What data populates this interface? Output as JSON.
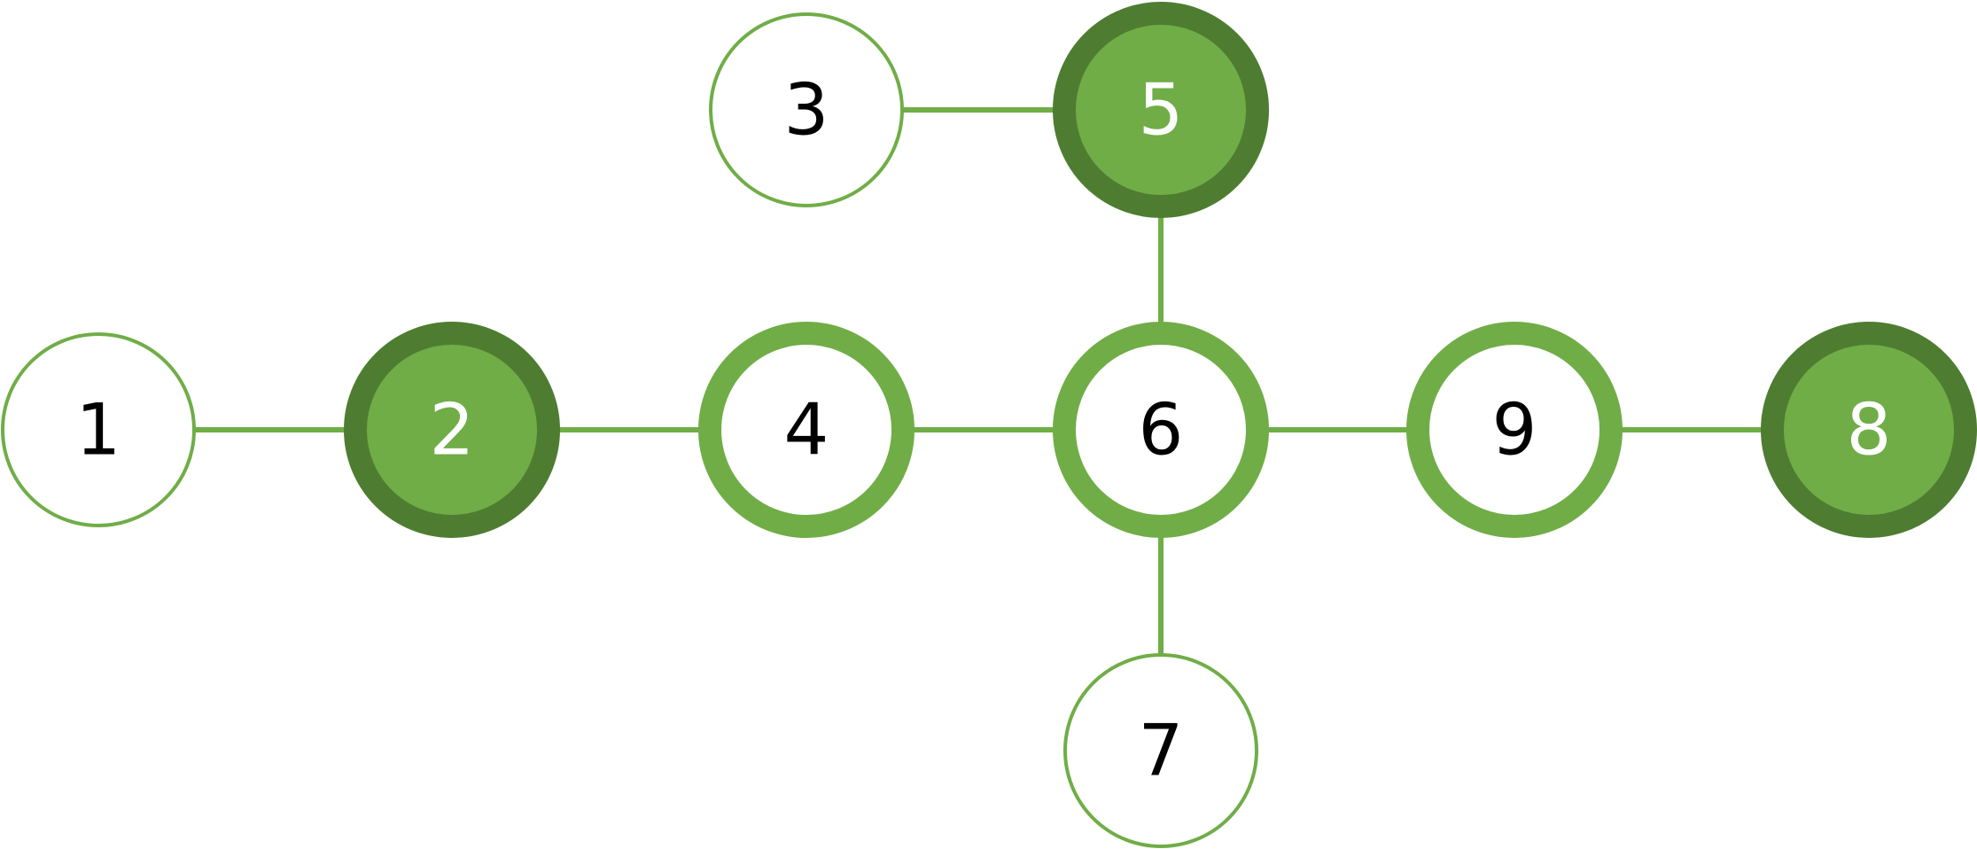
{
  "colors": {
    "edge": "#70AD47",
    "ring_light": "#70AD47",
    "ring_dark": "#4E7D31",
    "fill_green": "#70AD47",
    "fill_white": "#FFFFFF",
    "text_dark": "#000000",
    "text_light": "#FFFFFF"
  },
  "nodes": [
    {
      "id": "1",
      "label": "1",
      "style": "thin"
    },
    {
      "id": "2",
      "label": "2",
      "style": "filled"
    },
    {
      "id": "3",
      "label": "3",
      "style": "thin"
    },
    {
      "id": "4",
      "label": "4",
      "style": "thick"
    },
    {
      "id": "5",
      "label": "5",
      "style": "filled"
    },
    {
      "id": "6",
      "label": "6",
      "style": "thick"
    },
    {
      "id": "7",
      "label": "7",
      "style": "thin"
    },
    {
      "id": "8",
      "label": "8",
      "style": "filled"
    },
    {
      "id": "9",
      "label": "9",
      "style": "thick"
    }
  ],
  "edges": [
    {
      "from": "1",
      "to": "2"
    },
    {
      "from": "2",
      "to": "4"
    },
    {
      "from": "4",
      "to": "6"
    },
    {
      "from": "6",
      "to": "9"
    },
    {
      "from": "9",
      "to": "8"
    },
    {
      "from": "3",
      "to": "5"
    },
    {
      "from": "5",
      "to": "6"
    },
    {
      "from": "6",
      "to": "7"
    }
  ]
}
